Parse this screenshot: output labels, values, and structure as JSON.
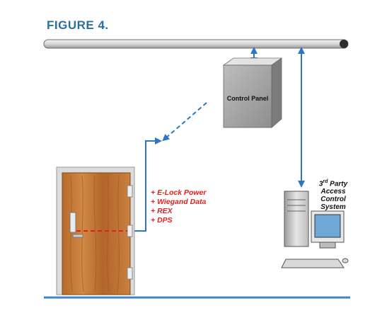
{
  "figure": {
    "title": "FIGURE 4."
  },
  "control_panel": {
    "label": "Control Panel"
  },
  "door": {
    "features": [
      "E-Lock Power",
      "Wiegand Data",
      "REX",
      "DPS"
    ]
  },
  "access_system": {
    "ordinal": "3",
    "ordinal_suffix": "rd",
    "line1_rest": " Party",
    "line2": "Access",
    "line3": "Control",
    "line4": "System"
  },
  "colors": {
    "title": "#2b6f9e",
    "connector": "#2a78c0",
    "feature_text": "#e02020",
    "floor": "#3f86c6"
  }
}
